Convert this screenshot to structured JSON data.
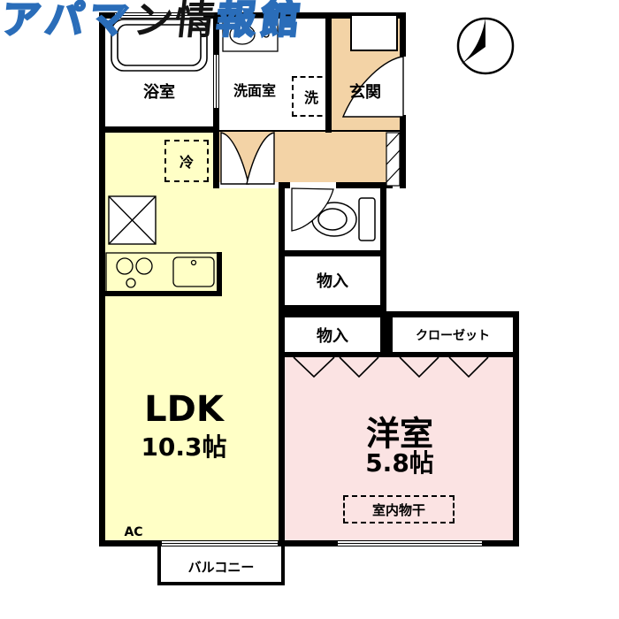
{
  "watermark": {
    "part_left": "アパマ",
    "part_mid": "ン情",
    "part_right": "報館"
  },
  "rooms": {
    "bath": "浴室",
    "washroom": "洗面室",
    "washer": "洗",
    "entrance": "玄関",
    "fridge": "冷",
    "hall_storage": "物入",
    "storage": "物入",
    "closet": "クローゼット",
    "ldk_name": "LDK",
    "ldk_size": "10.3帖",
    "western_name": "洋室",
    "western_size": "5.8帖",
    "drying": "室内物干",
    "balcony": "バルコニー",
    "ac": "AC"
  },
  "colors": {
    "ldk_fill": "#ffffc6",
    "western_fill": "#fbe3e3",
    "entrance_hall_fill": "#f3d3a6",
    "wall": "#000000",
    "watermark_outline": "#2a6db9"
  }
}
